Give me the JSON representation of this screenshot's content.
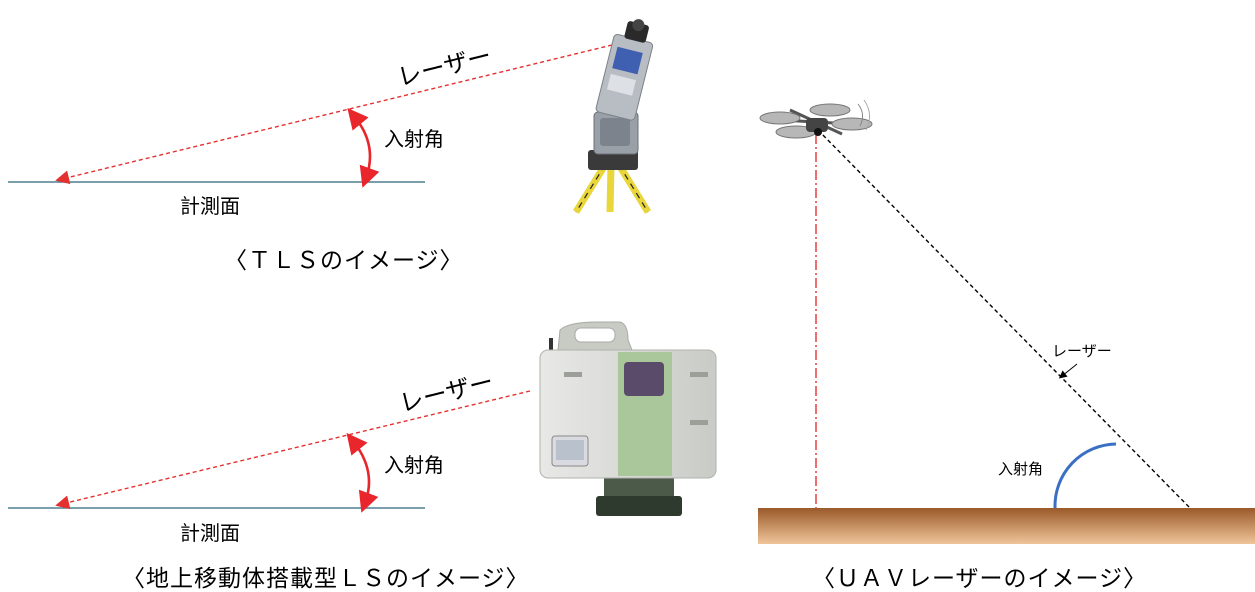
{
  "tls": {
    "laser_label": "レーザー",
    "angle_label": "入射角",
    "surface_label": "計測面",
    "caption": "〈ＴＬＳのイメージ〉"
  },
  "mobile": {
    "laser_label": "レーザー",
    "angle_label": "入射角",
    "surface_label": "計測面",
    "caption": "〈地上移動体搭載型ＬＳのイメージ〉"
  },
  "uav": {
    "laser_label": "レーザー",
    "angle_label": "入射角",
    "caption": "〈ＵＡＶレーザーのイメージ〉"
  },
  "colors": {
    "laser": "#e53030",
    "angle_arrow": "#e8262c",
    "surface_line": "#4f7f90",
    "uav_angle_arc": "#3b6fc4",
    "ground_top": "#9a5a2a",
    "ground_bottom": "#f0c59a"
  }
}
